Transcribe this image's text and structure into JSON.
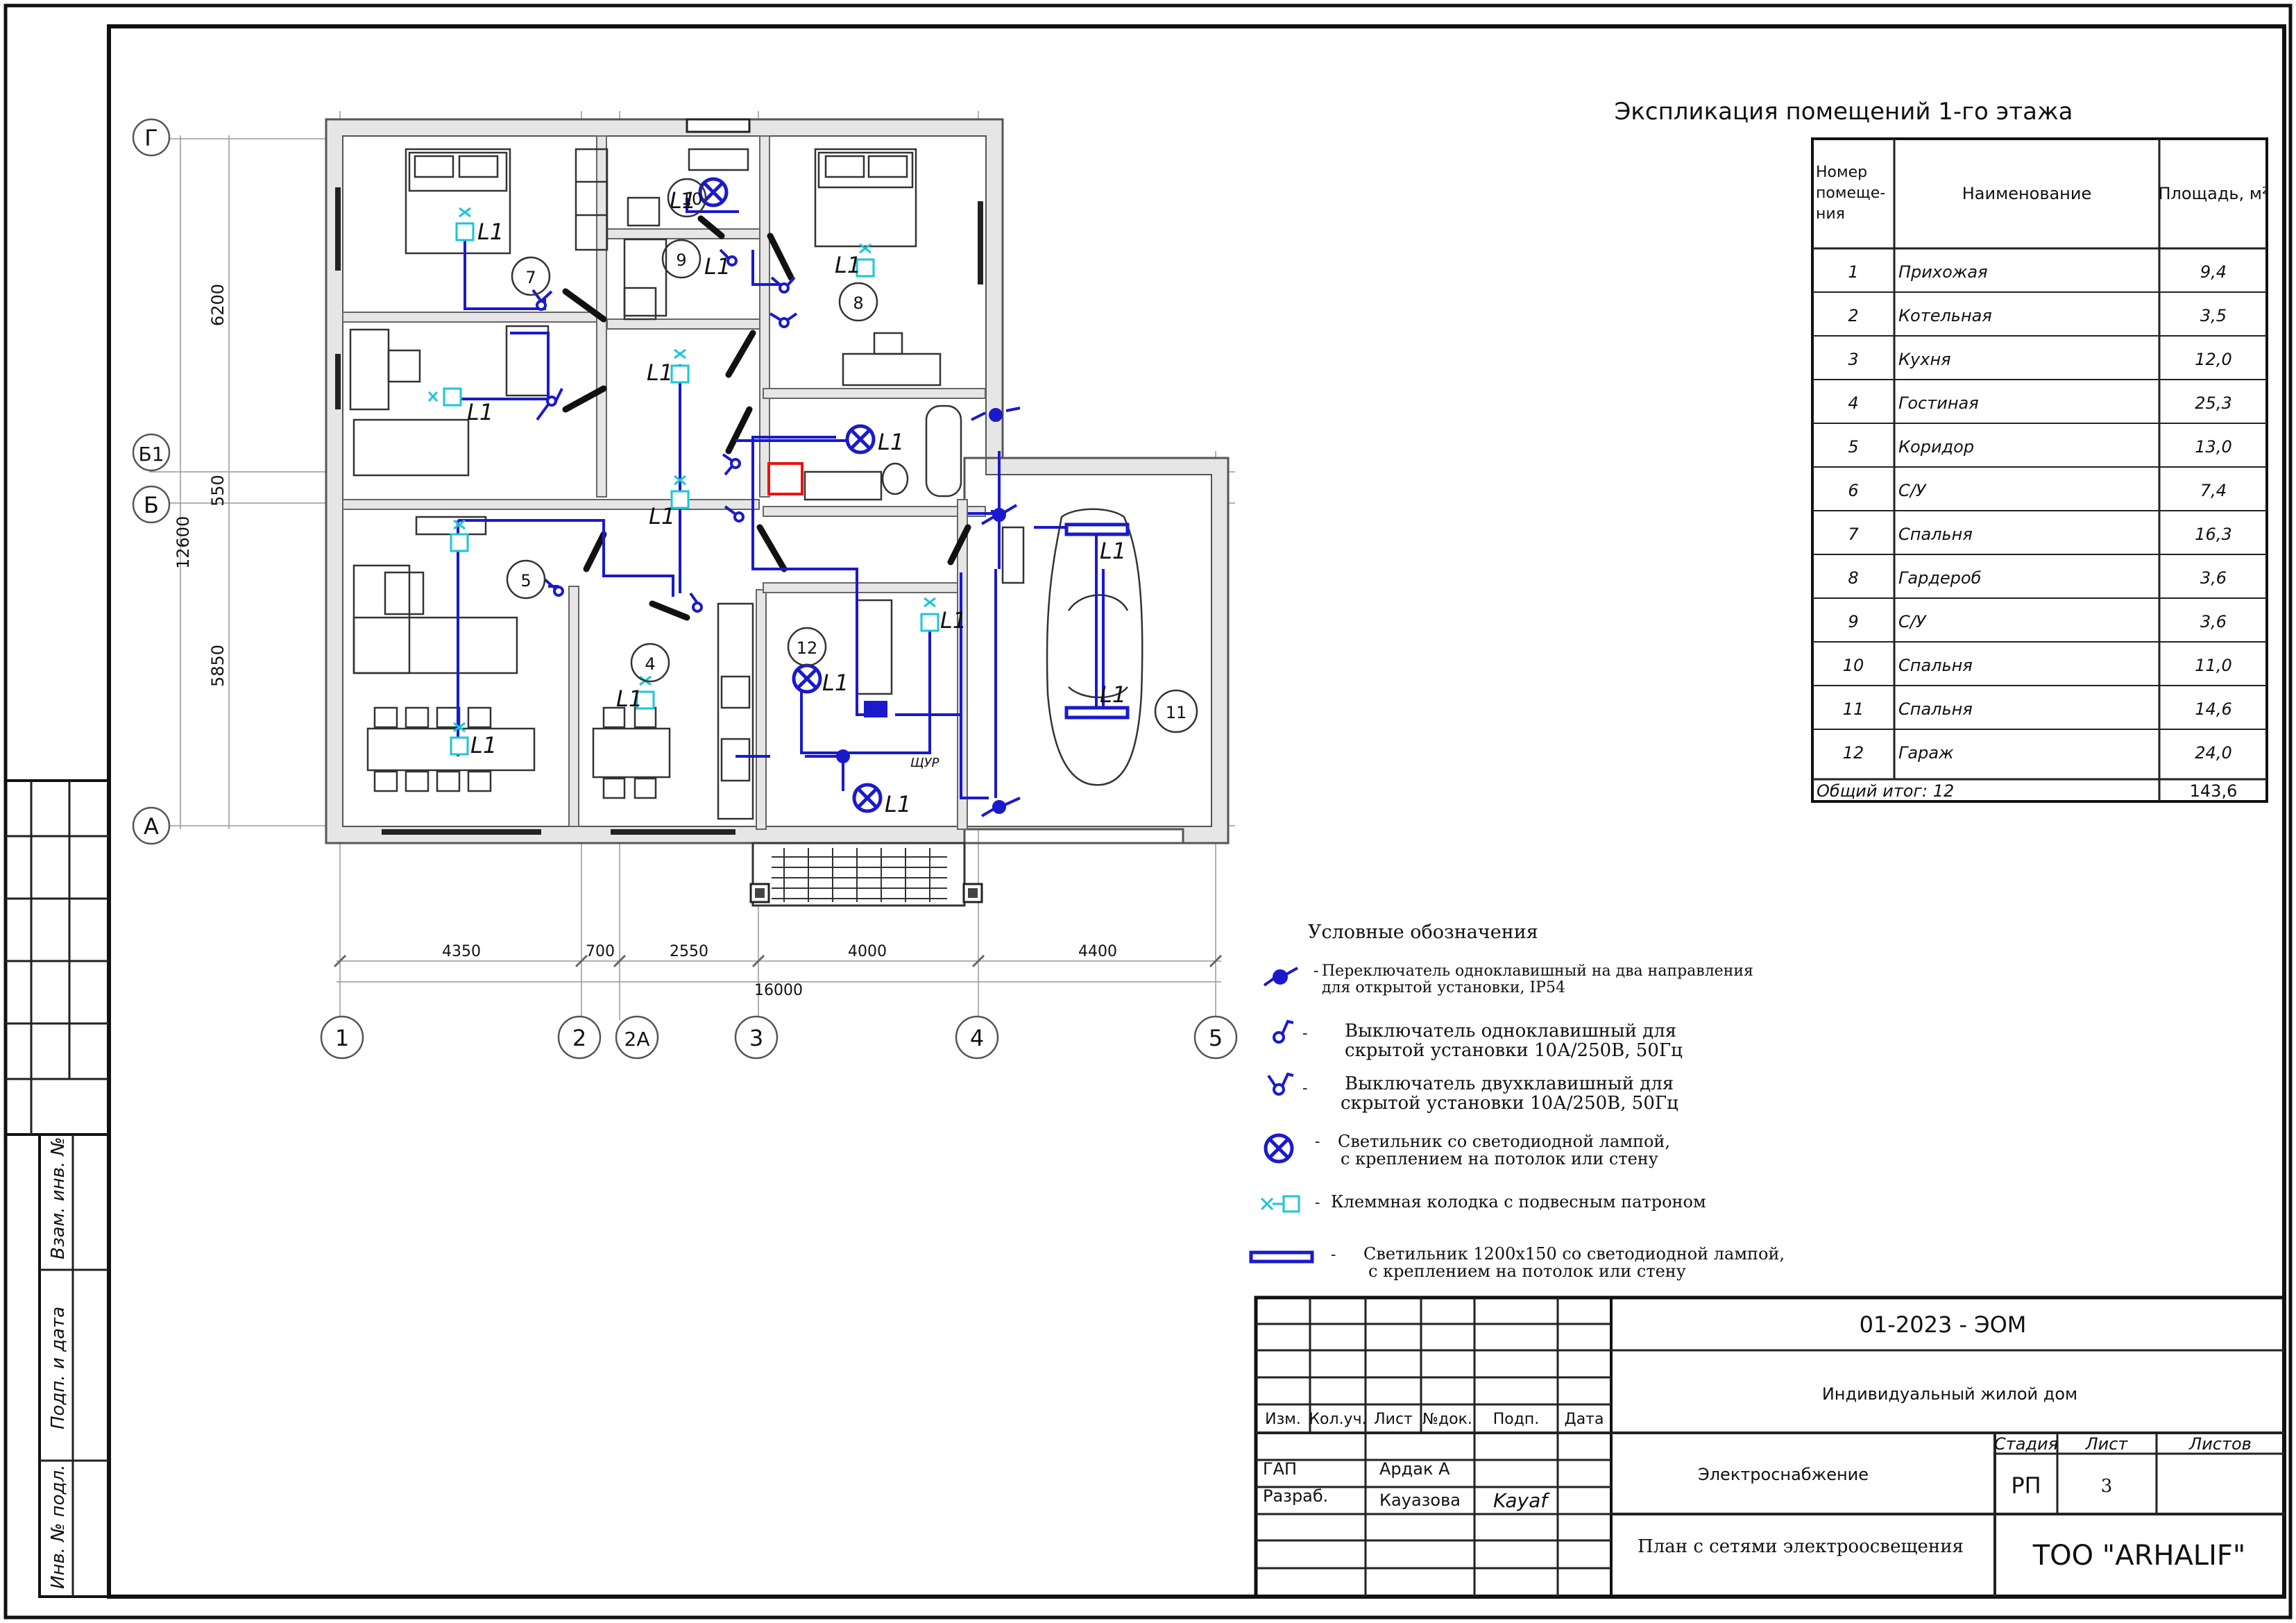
{
  "explication": {
    "title": "Экспликация помещений 1-го этажа",
    "headers": {
      "num": "Номер помеще-ния",
      "name": "Наименование",
      "area": "Площадь, м²"
    },
    "rows": [
      {
        "num": "1",
        "name": "Прихожая",
        "area": "9,4"
      },
      {
        "num": "2",
        "name": "Котельная",
        "area": "3,5"
      },
      {
        "num": "3",
        "name": "Кухня",
        "area": "12,0"
      },
      {
        "num": "4",
        "name": "Гостиная",
        "area": "25,3"
      },
      {
        "num": "5",
        "name": "Коридор",
        "area": "13,0"
      },
      {
        "num": "6",
        "name": "С/У",
        "area": "7,4"
      },
      {
        "num": "7",
        "name": "Спальня",
        "area": "16,3"
      },
      {
        "num": "8",
        "name": "Гардероб",
        "area": "3,6"
      },
      {
        "num": "9",
        "name": "С/У",
        "area": "3,6"
      },
      {
        "num": "10",
        "name": "Спальня",
        "area": "11,0"
      },
      {
        "num": "11",
        "name": "Спальня",
        "area": "14,6"
      },
      {
        "num": "12",
        "name": "Гараж",
        "area": "24,0"
      }
    ],
    "total_label": "Общий итог: 12",
    "total_area": "143,6"
  },
  "plan": {
    "axis_letters": [
      "Г",
      "Б1",
      "Б",
      "А"
    ],
    "axis_numbers": [
      "1",
      "2",
      "2А",
      "3",
      "4",
      "5"
    ],
    "dims_horizontal": [
      "4350",
      "700",
      "2550",
      "4000",
      "4400"
    ],
    "dim_total": "16000",
    "dims_vertical": [
      "6200",
      "550",
      "5850"
    ],
    "dim_vertical_total": "12600",
    "room_numbers": [
      "7",
      "10",
      "9",
      "8",
      "5",
      "4",
      "12",
      "11"
    ],
    "lamp_label": "L1",
    "shield_label": "ЩУР"
  },
  "legend": {
    "title": "Условные обозначения",
    "items": [
      {
        "icon": "two-way-switch-icon",
        "text1": "Переключатель одноклавишный на два направления",
        "text2": "для открытой установки, IP54"
      },
      {
        "icon": "single-switch-icon",
        "text1": "Выключатель одноклавишный для",
        "text2": "скрытой установки  10А/250В, 50Гц"
      },
      {
        "icon": "double-switch-icon",
        "text1": "Выключатель двухклавишный для",
        "text2": "скрытой установки  10А/250В, 50Гц"
      },
      {
        "icon": "led-lamp-icon",
        "text1": "Светильник со светодиодной лампой,",
        "text2": "с креплением на потолок или стену"
      },
      {
        "icon": "terminal-box-icon",
        "text1": "Клеммная колодка с подвесным патроном",
        "text2": ""
      },
      {
        "icon": "linear-lamp-icon",
        "text1": "Светильник 1200х150 со светодиодной лампой,",
        "text2": "с креплением на потолок или стену"
      }
    ]
  },
  "side_stamp": {
    "labels": [
      "Взам. инв. №",
      "Подп. и дата",
      "Инв. № подл."
    ]
  },
  "title_block": {
    "code": "01-2023 - ЭОМ",
    "object": "Индивидуальный жилой дом",
    "section": "Электроснабжение",
    "sheet_title": "План  с сетями электроосвещения",
    "company": "ТОО \"ARHALIF\"",
    "col_headers": [
      "Изм.",
      "Кол.уч.",
      "Лист",
      "№док.",
      "Подп.",
      "Дата"
    ],
    "stage_headers": [
      "Стадия",
      "Лист",
      "Листов"
    ],
    "stage": "РП",
    "sheet": "3",
    "sheets": "",
    "roles": [
      {
        "role": "ГАП",
        "name": "Ардак А"
      },
      {
        "role": "Разраб.",
        "name": "Кауазова"
      }
    ],
    "signature": "Kayaf"
  }
}
